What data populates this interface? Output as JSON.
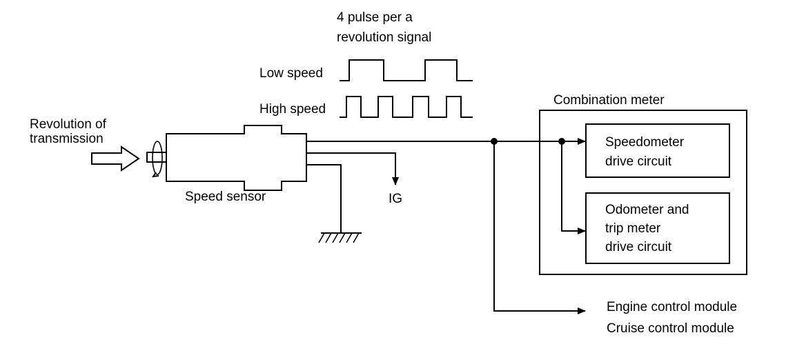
{
  "signal": {
    "caption_line1": "4 pulse per a",
    "caption_line2": "revolution signal",
    "low_speed_label": "Low speed",
    "high_speed_label": "High speed"
  },
  "input": {
    "label_line1": "Revolution of",
    "label_line2": "transmission"
  },
  "sensor": {
    "label": "Speed sensor",
    "ig_label": "IG"
  },
  "meter": {
    "title": "Combination meter",
    "speedo_line1": "Speedometer",
    "speedo_line2": "drive circuit",
    "odo_line1": "Odometer and",
    "odo_line2": "trip meter",
    "odo_line3": "drive circuit"
  },
  "outputs": {
    "ecm": "Engine control module",
    "ccm": "Cruise control module"
  }
}
